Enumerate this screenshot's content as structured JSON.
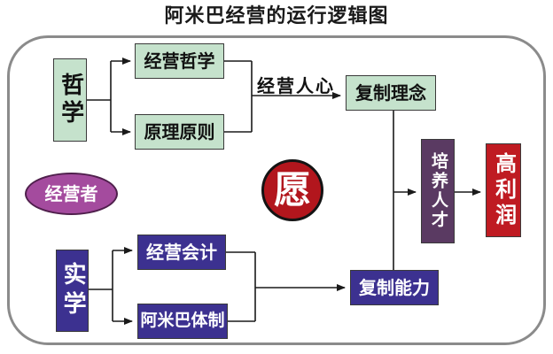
{
  "title": "阿米巴经营的运行逻辑图",
  "edge_label": "经营人心",
  "nodes": {
    "zhexue": {
      "label": "哲学",
      "color": "#c5e2cc"
    },
    "jingying_zhexue": {
      "label": "经营哲学",
      "color": "#c5e2cc"
    },
    "yuanli_yuanze": {
      "label": "原理原则",
      "color": "#c5e2cc"
    },
    "fuzhi_linian": {
      "label": "复制理念",
      "color": "#c5e2cc"
    },
    "jingyingzhe": {
      "label": "经营者",
      "color": "#a44b9e"
    },
    "yuan": {
      "label": "愿",
      "color": "#b2161d"
    },
    "peiyang_rencai": {
      "label": "培养人才",
      "color": "#5a3a62"
    },
    "gao_lirun": {
      "label": "高利润",
      "color": "#bf1b22"
    },
    "shixue": {
      "label": "实学",
      "color": "#3c3190"
    },
    "jingying_kuaiji": {
      "label": "经营会计",
      "color": "#3c3190"
    },
    "amiba_tizhi": {
      "label": "阿米巴体制",
      "color": "#3c3190"
    },
    "fuzhi_nengli": {
      "label": "复制能力",
      "color": "#3c3190"
    }
  },
  "colors": {
    "background": "#ffffff",
    "frame_border": "#8b8b8b",
    "line": "#1a1a1a",
    "green_fill": "#c5e2cc",
    "blue_fill": "#3c3190",
    "magenta_fill": "#a44b9e",
    "red_fill": "#bf1b22",
    "dark_red_fill": "#b2161d",
    "purple_fill": "#5a3a62"
  }
}
